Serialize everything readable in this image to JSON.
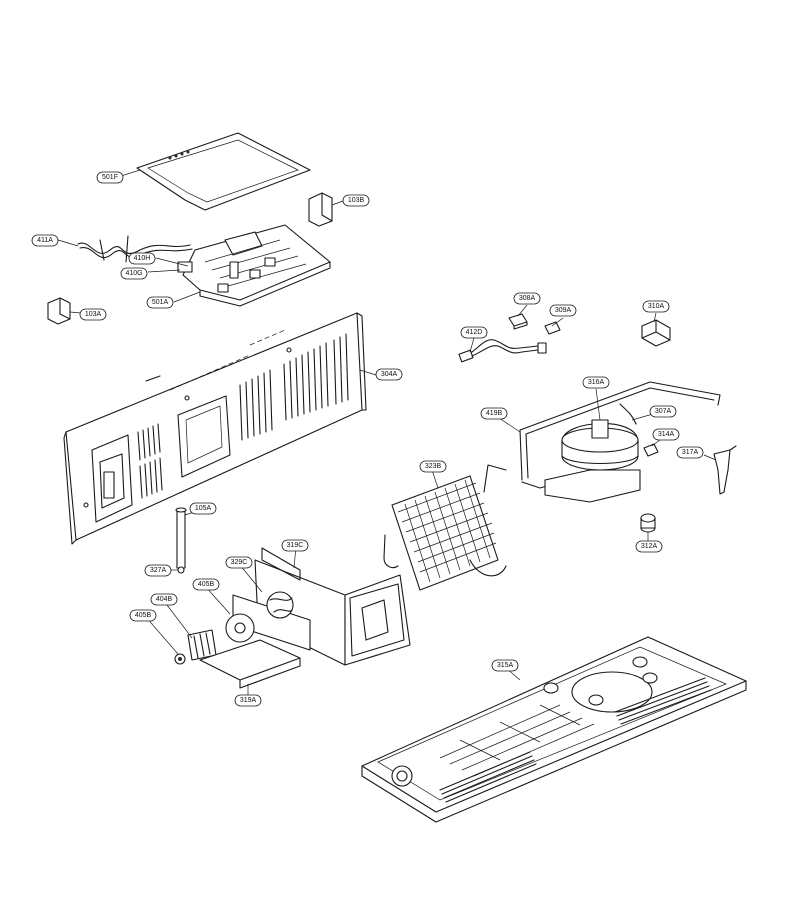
{
  "diagram": {
    "parts": [
      {
        "id": "501F"
      },
      {
        "id": "103B"
      },
      {
        "id": "411A"
      },
      {
        "id": "410H"
      },
      {
        "id": "410G"
      },
      {
        "id": "501A"
      },
      {
        "id": "103A"
      },
      {
        "id": "308A"
      },
      {
        "id": "309A"
      },
      {
        "id": "310A"
      },
      {
        "id": "412D"
      },
      {
        "id": "304A"
      },
      {
        "id": "316A"
      },
      {
        "id": "307A"
      },
      {
        "id": "419B"
      },
      {
        "id": "314A"
      },
      {
        "id": "317A"
      },
      {
        "id": "323B"
      },
      {
        "id": "105A"
      },
      {
        "id": "327A"
      },
      {
        "id": "319C"
      },
      {
        "id": "329C"
      },
      {
        "id": "405B"
      },
      {
        "id": "404B"
      },
      {
        "id": "405B"
      },
      {
        "id": "312A"
      },
      {
        "id": "315A"
      },
      {
        "id": "319A"
      }
    ]
  }
}
